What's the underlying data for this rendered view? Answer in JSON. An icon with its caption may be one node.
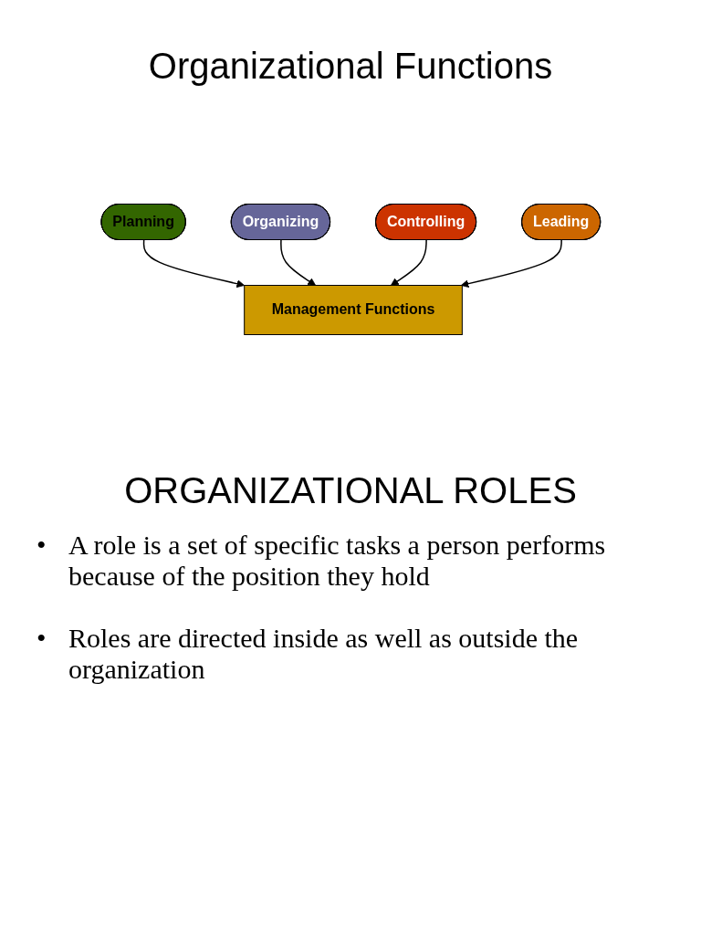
{
  "diagram": {
    "title": "Organizational Functions",
    "nodes": [
      {
        "text": [
          "Planning"
        ]
      },
      {
        "text": [
          "Organizing"
        ]
      },
      {
        "text": [
          "Management Functions"
        ]
      },
      {
        "text": [
          "Controlling"
        ]
      },
      {
        "text": [
          "Leading"
        ]
      }
    ],
    "edges": [
      {
        "from": 0,
        "to": 2,
        "arrow": "to"
      },
      {
        "from": 1,
        "to": 2,
        "arrow": "to"
      },
      {
        "from": 3,
        "to": 2,
        "arrow": "to"
      },
      {
        "from": 4,
        "to": 2,
        "arrow": "to"
      }
    ],
    "labels": [
      "ORGANIZATIONAL ROLES",
      "•",
      "A role is a set of specific tasks a person performs because of the position they hold",
      "•",
      "Roles are directed inside as well as outside the organization"
    ]
  }
}
